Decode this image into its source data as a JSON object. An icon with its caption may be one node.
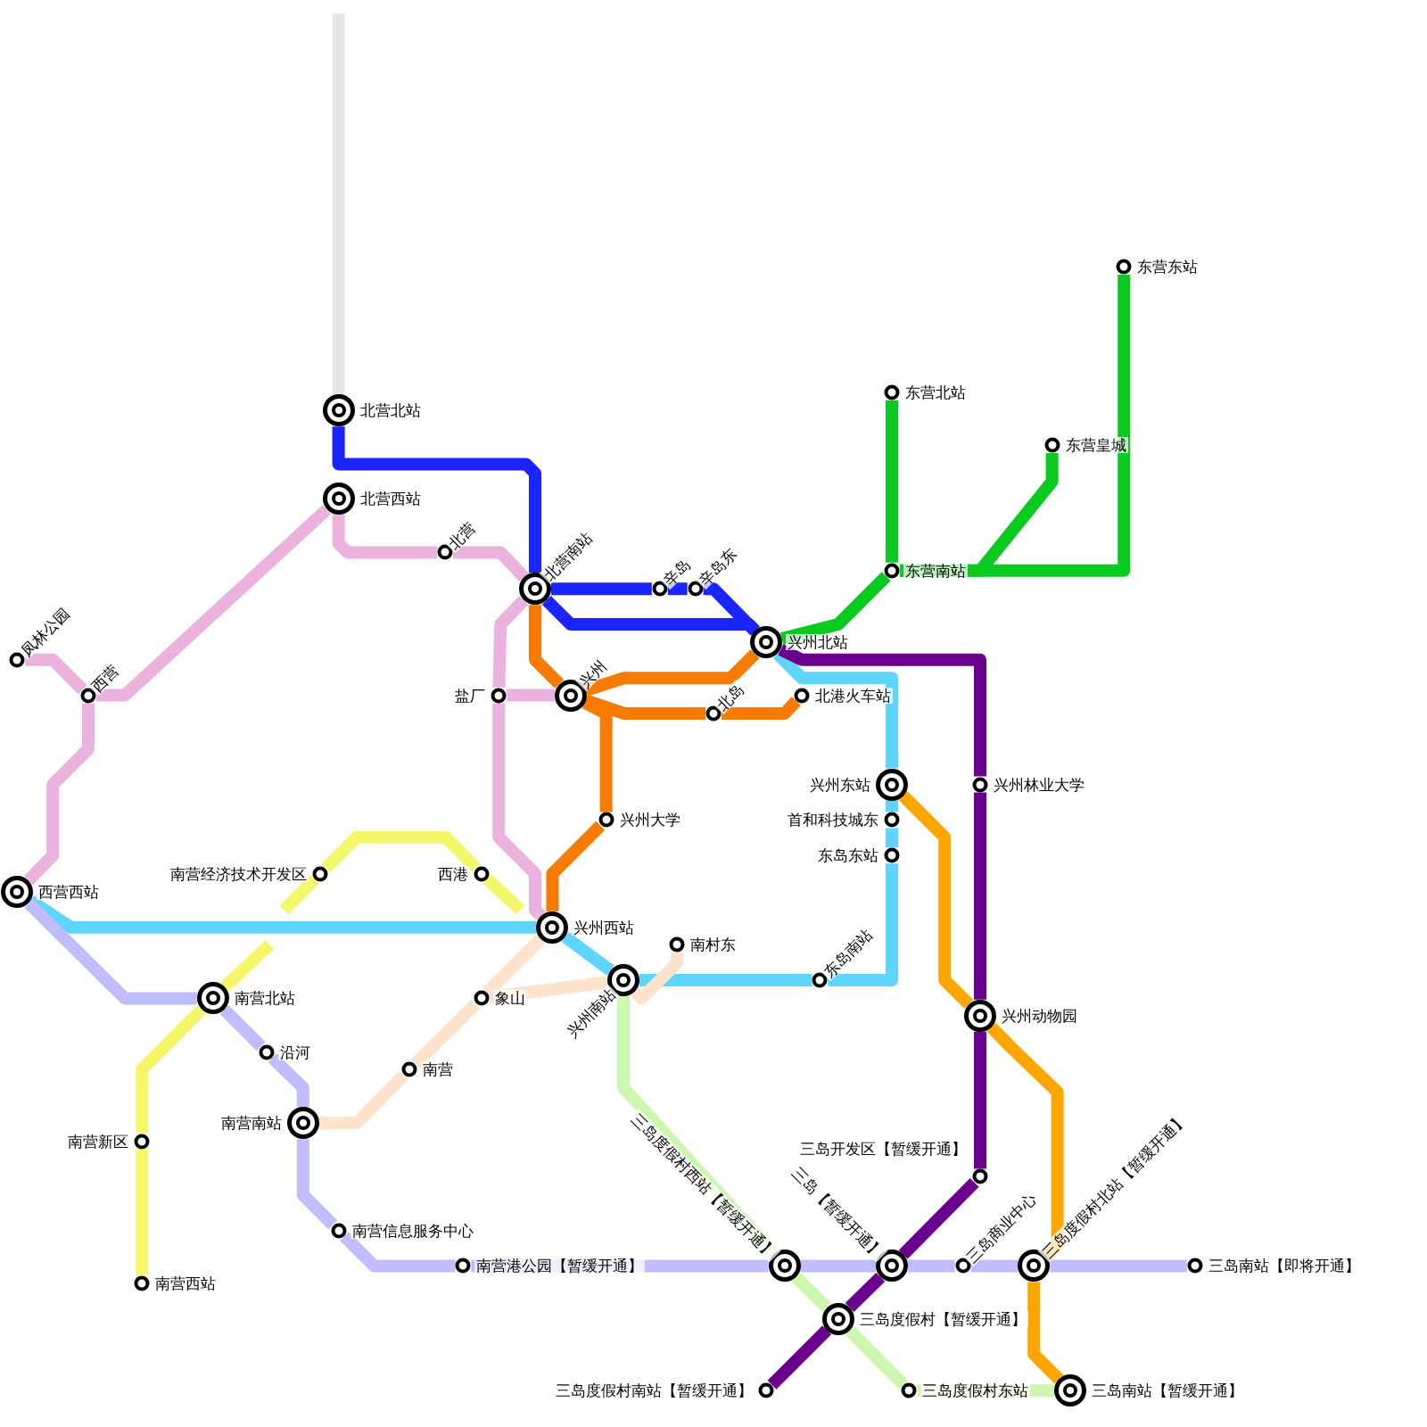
{
  "diagram": {
    "nodes": [
      {
        "text": [
          "北营北站"
        ]
      },
      {
        "text": [
          "北营西站"
        ]
      },
      {
        "text": [
          "北营"
        ]
      },
      {
        "text": [
          "北营南站"
        ]
      },
      {
        "text": [
          "辛岛"
        ]
      },
      {
        "text": [
          "辛岛东"
        ]
      },
      {
        "text": [
          "兴州北站"
        ]
      },
      {
        "text": [
          "盐厂"
        ]
      },
      {
        "text": [
          "兴州"
        ]
      },
      {
        "text": [
          "北岛"
        ]
      },
      {
        "text": [
          "北港火车站"
        ]
      },
      {
        "text": [
          "兴州大学"
        ]
      },
      {
        "text": [
          "凤林公园"
        ]
      },
      {
        "text": [
          "西营"
        ]
      },
      {
        "text": [
          "西营西站"
        ]
      },
      {
        "text": [
          "南营经济技术开发区"
        ]
      },
      {
        "text": [
          "西港"
        ]
      },
      {
        "text": [
          "兴州西站"
        ]
      },
      {
        "text": [
          "东营东站"
        ]
      },
      {
        "text": [
          "东营北站"
        ]
      },
      {
        "text": [
          "东营皇城"
        ]
      },
      {
        "text": [
          "东营南站"
        ]
      },
      {
        "text": [
          "兴州东站"
        ]
      },
      {
        "text": [
          "兴州林业大学"
        ]
      },
      {
        "text": [
          "首和科技城东"
        ]
      },
      {
        "text": [
          "东岛东站"
        ]
      },
      {
        "text": [
          "南村东"
        ]
      },
      {
        "text": [
          "兴州南站"
        ]
      },
      {
        "text": [
          "东岛南站"
        ]
      },
      {
        "text": [
          "象山"
        ]
      },
      {
        "text": [
          "南营北站"
        ]
      },
      {
        "text": [
          "兴州动物园"
        ]
      },
      {
        "text": [
          "沿河"
        ]
      },
      {
        "text": [
          "南营"
        ]
      },
      {
        "text": [
          "南营南站"
        ]
      },
      {
        "text": [
          "南营新区"
        ]
      },
      {
        "text": [
          "三岛开发区【暂缓开通】"
        ]
      },
      {
        "text": [
          "南营信息服务中心"
        ]
      },
      {
        "text": [
          "南营港公园【暂缓开通】"
        ]
      },
      {
        "text": [
          "三岛度假村西站【暂缓开通】"
        ]
      },
      {
        "text": [
          "三岛【暂缓开通】"
        ]
      },
      {
        "text": [
          "三岛商业中心"
        ]
      },
      {
        "text": [
          "三岛度假村北站【暂缓开通】"
        ]
      },
      {
        "text": [
          "三岛南站【即将开通】"
        ]
      },
      {
        "text": [
          "南营西站"
        ]
      },
      {
        "text": [
          "三岛度假村【暂缓开通】"
        ]
      },
      {
        "text": [
          "三岛度假村南站【暂缓开通】"
        ]
      },
      {
        "text": [
          "三岛度假村东站"
        ]
      },
      {
        "text": [
          "三岛南站【暂缓开通】"
        ]
      }
    ],
    "edges": [
      {
        "from": null,
        "to": 0,
        "arrow": "none",
        "color": "#e6e6e6"
      },
      {
        "from": 0,
        "to": 3,
        "arrow": "none",
        "color": "#1a24ff"
      },
      {
        "from": 3,
        "to": 4,
        "arrow": "none",
        "color": "#1a24ff"
      },
      {
        "from": 4,
        "to": 5,
        "arrow": "none",
        "color": "#1a24ff"
      },
      {
        "from": 5,
        "to": 6,
        "arrow": "none",
        "color": "#1a24ff"
      },
      {
        "from": 3,
        "to": 6,
        "arrow": "none",
        "color": "#1a24ff"
      },
      {
        "from": 1,
        "to": 2,
        "arrow": "none",
        "color": "#ecb2de"
      },
      {
        "from": 2,
        "to": 3,
        "arrow": "none",
        "color": "#ecb2de"
      },
      {
        "from": 1,
        "to": 13,
        "arrow": "none",
        "color": "#ecb2de"
      },
      {
        "from": 12,
        "to": 13,
        "arrow": "none",
        "color": "#ecb2de"
      },
      {
        "from": 13,
        "to": 14,
        "arrow": "none",
        "color": "#ecb2de"
      },
      {
        "from": 3,
        "to": 7,
        "arrow": "none",
        "color": "#ecb2de"
      },
      {
        "from": 7,
        "to": 8,
        "arrow": "none",
        "color": "#ecb2de"
      },
      {
        "from": 7,
        "to": 17,
        "arrow": "none",
        "color": "#ecb2de"
      },
      {
        "from": 3,
        "to": 8,
        "arrow": "none",
        "color": "#f77b00"
      },
      {
        "from": 8,
        "to": 6,
        "arrow": "none",
        "color": "#f77b00"
      },
      {
        "from": 8,
        "to": 9,
        "arrow": "none",
        "color": "#f77b00"
      },
      {
        "from": 9,
        "to": 10,
        "arrow": "none",
        "color": "#f77b00"
      },
      {
        "from": 8,
        "to": 11,
        "arrow": "none",
        "color": "#f77b00"
      },
      {
        "from": 11,
        "to": 17,
        "arrow": "none",
        "color": "#f77b00"
      },
      {
        "from": 14,
        "to": 17,
        "arrow": "none",
        "color": "#5dd5fe"
      },
      {
        "from": 17,
        "to": 27,
        "arrow": "none",
        "color": "#5dd5fe"
      },
      {
        "from": 27,
        "to": 28,
        "arrow": "none",
        "color": "#5dd5fe"
      },
      {
        "from": 28,
        "to": 25,
        "arrow": "none",
        "color": "#5dd5fe"
      },
      {
        "from": 25,
        "to": 24,
        "arrow": "none",
        "color": "#5dd5fe"
      },
      {
        "from": 24,
        "to": 22,
        "arrow": "none",
        "color": "#5dd5fe"
      },
      {
        "from": 22,
        "to": 6,
        "arrow": "none",
        "color": "#5dd5fe"
      },
      {
        "from": 6,
        "to": 21,
        "arrow": "none",
        "color": "#0ac91f"
      },
      {
        "from": 21,
        "to": 19,
        "arrow": "none",
        "color": "#0ac91f"
      },
      {
        "from": 21,
        "to": 20,
        "arrow": "none",
        "color": "#0ac91f"
      },
      {
        "from": 21,
        "to": 18,
        "arrow": "none",
        "color": "#0ac91f"
      },
      {
        "from": 6,
        "to": 23,
        "arrow": "none",
        "color": "#6b008f"
      },
      {
        "from": 23,
        "to": 31,
        "arrow": "none",
        "color": "#6b008f"
      },
      {
        "from": 31,
        "to": 36,
        "arrow": "none",
        "color": "#6b008f"
      },
      {
        "from": 36,
        "to": 40,
        "arrow": "none",
        "color": "#6b008f"
      },
      {
        "from": 40,
        "to": 45,
        "arrow": "none",
        "color": "#6b008f"
      },
      {
        "from": 45,
        "to": 46,
        "arrow": "none",
        "color": "#6b008f"
      },
      {
        "from": 22,
        "to": 31,
        "arrow": "none",
        "color": "#ffa500"
      },
      {
        "from": 31,
        "to": 42,
        "arrow": "none",
        "color": "#ffa500"
      },
      {
        "from": 42,
        "to": 48,
        "arrow": "none",
        "color": "#ffa500"
      },
      {
        "from": 14,
        "to": 30,
        "arrow": "none",
        "color": "#bfbdfb"
      },
      {
        "from": 30,
        "to": 32,
        "arrow": "none",
        "color": "#bfbdfb"
      },
      {
        "from": 32,
        "to": 34,
        "arrow": "none",
        "color": "#bfbdfb"
      },
      {
        "from": 34,
        "to": 37,
        "arrow": "none",
        "color": "#bfbdfb"
      },
      {
        "from": 37,
        "to": 38,
        "arrow": "none",
        "color": "#bfbdfb"
      },
      {
        "from": 38,
        "to": 39,
        "arrow": "none",
        "color": "#bfbdfb"
      },
      {
        "from": 39,
        "to": 40,
        "arrow": "none",
        "color": "#bfbdfb"
      },
      {
        "from": 40,
        "to": 41,
        "arrow": "none",
        "color": "#bfbdfb"
      },
      {
        "from": 41,
        "to": 42,
        "arrow": "none",
        "color": "#bfbdfb"
      },
      {
        "from": 42,
        "to": 43,
        "arrow": "none",
        "color": "#bfbdfb"
      },
      {
        "from": 27,
        "to": 39,
        "arrow": "none",
        "color": "#cdf7b0"
      },
      {
        "from": 39,
        "to": 45,
        "arrow": "none",
        "color": "#cdf7b0"
      },
      {
        "from": 45,
        "to": 47,
        "arrow": "none",
        "color": "#cdf7b0"
      },
      {
        "from": 47,
        "to": 48,
        "arrow": "none",
        "color": "#cdf7b0"
      },
      {
        "from": 17,
        "to": 29,
        "arrow": "none",
        "color": "#fde3cc"
      },
      {
        "from": 29,
        "to": 33,
        "arrow": "none",
        "color": "#fde3cc"
      },
      {
        "from": 33,
        "to": 34,
        "arrow": "none",
        "color": "#fde3cc"
      },
      {
        "from": 29,
        "to": 27,
        "arrow": "none",
        "color": "#fde3cc"
      },
      {
        "from": 27,
        "to": 26,
        "arrow": "none",
        "color": "#fde3cc"
      },
      {
        "from": 44,
        "to": 35,
        "arrow": "none",
        "color": "#f5f76b"
      },
      {
        "from": 35,
        "to": 30,
        "arrow": "none",
        "color": "#f5f76b"
      },
      {
        "from": 30,
        "to": null,
        "arrow": "none",
        "color": "#f5f76b"
      },
      {
        "from": null,
        "to": 15,
        "arrow": "none",
        "color": "#f5f76b"
      },
      {
        "from": 15,
        "to": 16,
        "arrow": "none",
        "color": "#f5f76b"
      },
      {
        "from": 16,
        "to": null,
        "arrow": "none",
        "color": "#f5f76b"
      }
    ]
  }
}
